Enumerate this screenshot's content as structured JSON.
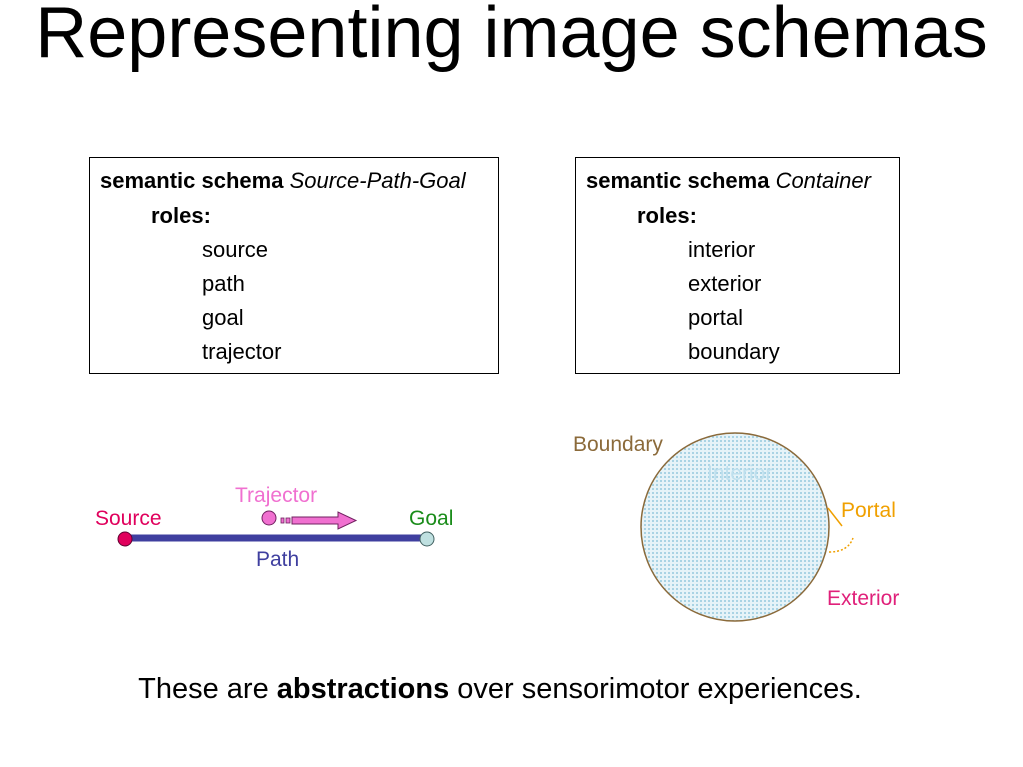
{
  "title": "Representing image schemas",
  "schema1": {
    "head_bold": "semantic schema",
    "head_italic": "Source-Path-Goal",
    "roles_label": "roles:",
    "roles": [
      "source",
      "path",
      "goal",
      "trajector"
    ]
  },
  "schema2": {
    "head_bold": "semantic schema",
    "head_italic": "Container",
    "roles_label": "roles:",
    "roles": [
      "interior",
      "exterior",
      "portal",
      "boundary"
    ]
  },
  "spg_diagram": {
    "source": "Source",
    "goal": "Goal",
    "path": "Path",
    "trajector": "Trajector"
  },
  "container_diagram": {
    "boundary": "Boundary",
    "interior": "Interior",
    "portal": "Portal",
    "exterior": "Exterior"
  },
  "caption": {
    "before": "These are ",
    "bold": "abstractions",
    "after": " over sensorimotor experiences."
  },
  "colors": {
    "source": "#e0005c",
    "goal": "#1a8c1a",
    "path": "#3f3f9f",
    "trajector": "#f070d0",
    "boundary": "#8b6a3a",
    "interior": "#bfe0ee",
    "portal": "#f0a000",
    "exterior": "#e0207a"
  }
}
